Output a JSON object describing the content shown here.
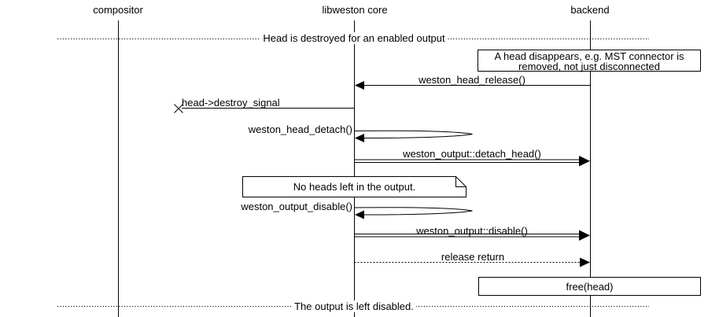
{
  "colors": {
    "ink": "#000000",
    "background": "#ffffff"
  },
  "actors": [
    {
      "label": "compositor"
    },
    {
      "label": "libweston core"
    },
    {
      "label": "backend"
    }
  ],
  "dividers": [
    {
      "label": "Head is destroyed for an enabled output"
    },
    {
      "label": "The output is left disabled."
    }
  ],
  "notes": {
    "mst": {
      "lines": [
        "A head disappears, e.g. MST connector is",
        "removed, not just disconnected"
      ]
    },
    "no_heads": {
      "label": "No heads left in the output."
    },
    "free_head": {
      "label": "free(head)"
    }
  },
  "messages": {
    "head_release": {
      "label": "weston_head_release()",
      "from": "backend",
      "to": "libweston core",
      "style": "solid-arrow"
    },
    "destroy_signal": {
      "label": "head->destroy_signal",
      "from": "libweston core",
      "to": "compositor",
      "style": "lost-message"
    },
    "head_detach": {
      "label": "weston_head_detach()",
      "on": "libweston core",
      "style": "self-call"
    },
    "detach_head": {
      "label": "weston_output::detach_head()",
      "from": "libweston core",
      "to": "backend",
      "style": "call"
    },
    "output_disable": {
      "label": "weston_output_disable()",
      "on": "libweston core",
      "style": "self-call"
    },
    "disable": {
      "label": "weston_output::disable()",
      "from": "libweston core",
      "to": "backend",
      "style": "call"
    },
    "release_return": {
      "label": "release return",
      "from": "libweston core",
      "to": "backend",
      "style": "dotted-return"
    }
  }
}
